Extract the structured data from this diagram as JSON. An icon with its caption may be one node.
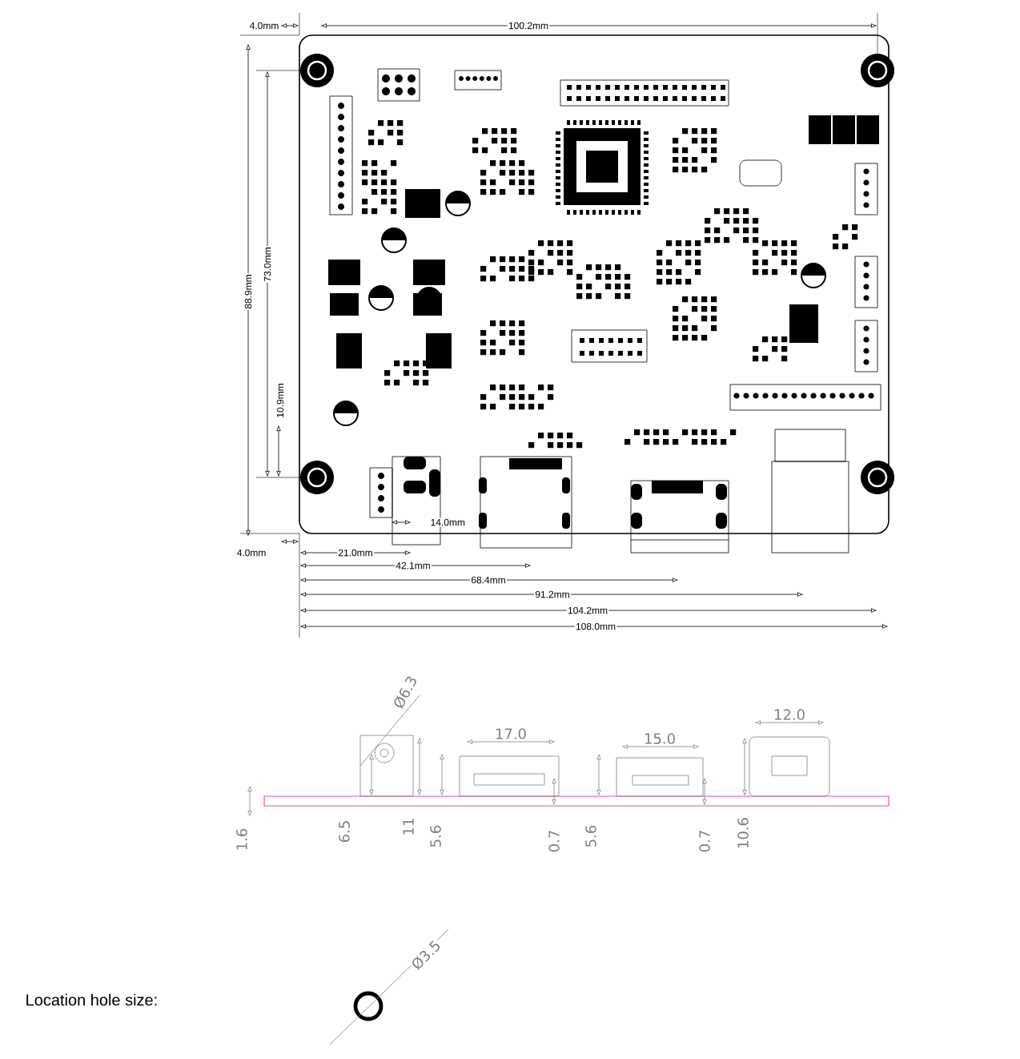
{
  "diagram": {
    "labels": [
      "4.0mm",
      "100.2mm",
      "88.9mm",
      "73.0mm",
      "10.9mm",
      "14.0mm",
      "4.0mm",
      "21.0mm",
      "42.1mm",
      "68.4mm",
      "91.2mm",
      "104.2mm",
      "108.0mm",
      "Ø6.3",
      "17.0",
      "15.0",
      "12.0",
      "1.6",
      "6.5",
      "11",
      "5.6",
      "0.7",
      "5.6",
      "0.7",
      "10.6",
      "Location hole size:",
      "Ø3.5"
    ]
  }
}
